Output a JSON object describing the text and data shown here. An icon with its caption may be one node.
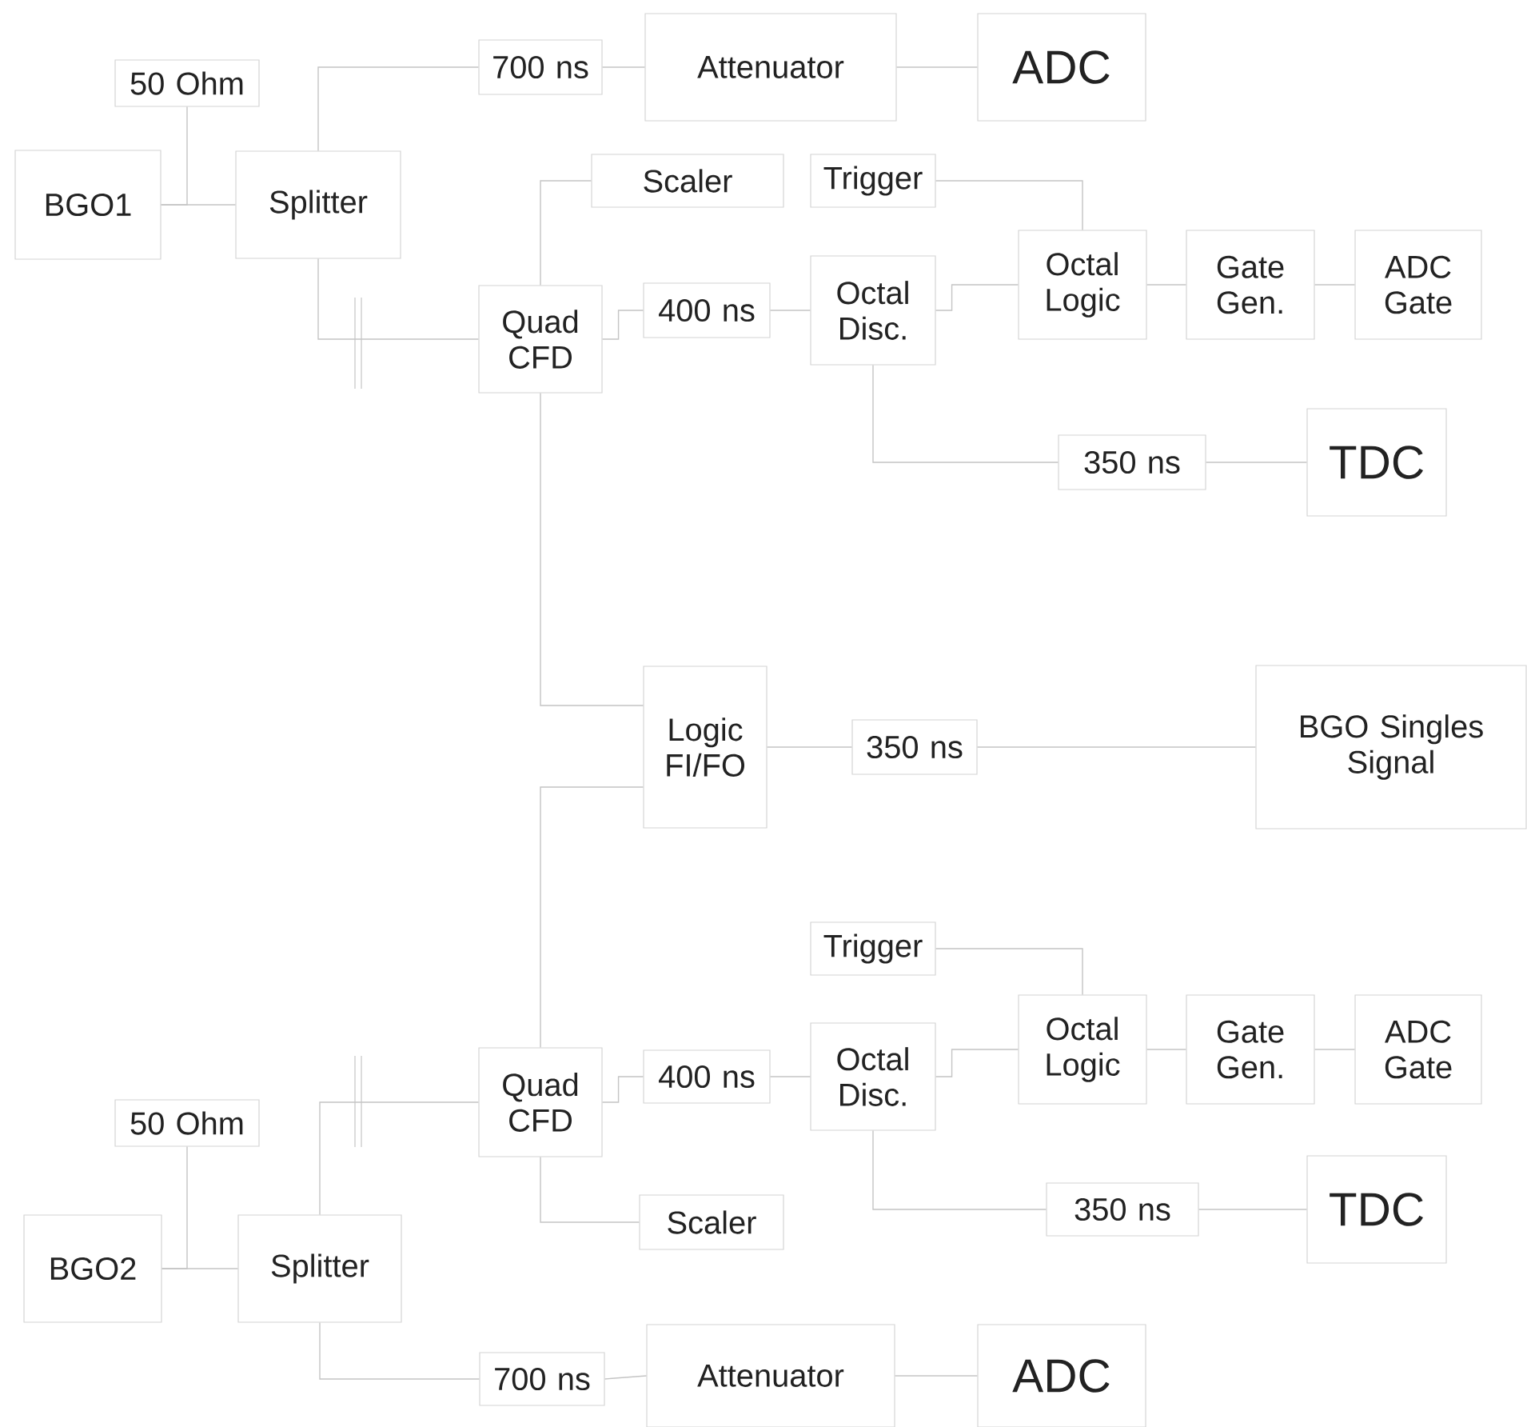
{
  "diagram": {
    "nodes": [
      {
        "text": [
          "50 Ohm"
        ]
      },
      {
        "text": [
          "BGO1"
        ]
      },
      {
        "text": [
          "Splitter"
        ]
      },
      {
        "text": [
          "700 ns"
        ]
      },
      {
        "text": [
          "Attenuator"
        ]
      },
      {
        "text": [
          "ADC"
        ]
      },
      {
        "text": [
          "Scaler"
        ]
      },
      {
        "text": [
          "Trigger"
        ]
      },
      {
        "text": [
          "Quad CFD"
        ]
      },
      {
        "text": [
          "400 ns"
        ]
      },
      {
        "text": [
          "Octal Disc."
        ]
      },
      {
        "text": [
          "Octal Logic"
        ]
      },
      {
        "text": [
          "Gate Gen."
        ]
      },
      {
        "text": [
          "ADC Gate"
        ]
      },
      {
        "text": [
          "350 ns"
        ]
      },
      {
        "text": [
          "TDC"
        ]
      },
      {
        "text": [
          "Logic FI/FO"
        ]
      },
      {
        "text": [
          "350 ns"
        ]
      },
      {
        "text": [
          "BGO Singles Signal"
        ]
      },
      {
        "text": [
          "Trigger"
        ]
      },
      {
        "text": [
          "Quad CFD"
        ]
      },
      {
        "text": [
          "400 ns"
        ]
      },
      {
        "text": [
          "Octal Disc."
        ]
      },
      {
        "text": [
          "Octal Logic"
        ]
      },
      {
        "text": [
          "Gate Gen."
        ]
      },
      {
        "text": [
          "ADC Gate"
        ]
      },
      {
        "text": [
          "50 Ohm"
        ]
      },
      {
        "text": [
          "Scaler"
        ]
      },
      {
        "text": [
          "350 ns"
        ]
      },
      {
        "text": [
          "TDC"
        ]
      },
      {
        "text": [
          "BGO2"
        ]
      },
      {
        "text": [
          "Splitter"
        ]
      },
      {
        "text": [
          "700 ns"
        ]
      },
      {
        "text": [
          "Attenuator"
        ]
      },
      {
        "text": [
          "ADC"
        ]
      }
    ],
    "edges": [
      {
        "from": 0,
        "to": 1,
        "arrow": "none"
      },
      {
        "from": 1,
        "to": 2,
        "arrow": "none"
      },
      {
        "from": 2,
        "to": 3,
        "arrow": "none"
      },
      {
        "from": 3,
        "to": 4,
        "arrow": "none"
      },
      {
        "from": 4,
        "to": 5,
        "arrow": "none"
      },
      {
        "from": 2,
        "to": 8,
        "arrow": "none"
      },
      {
        "from": 8,
        "to": 6,
        "arrow": "none"
      },
      {
        "from": 8,
        "to": 9,
        "arrow": "none"
      },
      {
        "from": 9,
        "to": 10,
        "arrow": "none"
      },
      {
        "from": 10,
        "to": 11,
        "arrow": "none"
      },
      {
        "from": 7,
        "to": 11,
        "arrow": "none"
      },
      {
        "from": 11,
        "to": 12,
        "arrow": "none"
      },
      {
        "from": 12,
        "to": 13,
        "arrow": "none"
      },
      {
        "from": 10,
        "to": 14,
        "arrow": "none"
      },
      {
        "from": 14,
        "to": 15,
        "arrow": "none"
      },
      {
        "from": 8,
        "to": 16,
        "arrow": "none"
      },
      {
        "from": 16,
        "to": 17,
        "arrow": "none"
      },
      {
        "from": 17,
        "to": 18,
        "arrow": "none"
      },
      {
        "from": 20,
        "to": 16,
        "arrow": "none"
      },
      {
        "from": 31,
        "to": 20,
        "arrow": "none"
      },
      {
        "from": 20,
        "to": 27,
        "arrow": "none"
      },
      {
        "from": 20,
        "to": 21,
        "arrow": "none"
      },
      {
        "from": 21,
        "to": 22,
        "arrow": "none"
      },
      {
        "from": 22,
        "to": 23,
        "arrow": "none"
      },
      {
        "from": 19,
        "to": 23,
        "arrow": "none"
      },
      {
        "from": 23,
        "to": 24,
        "arrow": "none"
      },
      {
        "from": 24,
        "to": 25,
        "arrow": "none"
      },
      {
        "from": 22,
        "to": 28,
        "arrow": "none"
      },
      {
        "from": 28,
        "to": 29,
        "arrow": "none"
      },
      {
        "from": 26,
        "to": 30,
        "arrow": "none"
      },
      {
        "from": 30,
        "to": 31,
        "arrow": "none"
      },
      {
        "from": 31,
        "to": 32,
        "arrow": "none"
      },
      {
        "from": 32,
        "to": 33,
        "arrow": "none"
      },
      {
        "from": 33,
        "to": 34,
        "arrow": "none"
      }
    ]
  }
}
